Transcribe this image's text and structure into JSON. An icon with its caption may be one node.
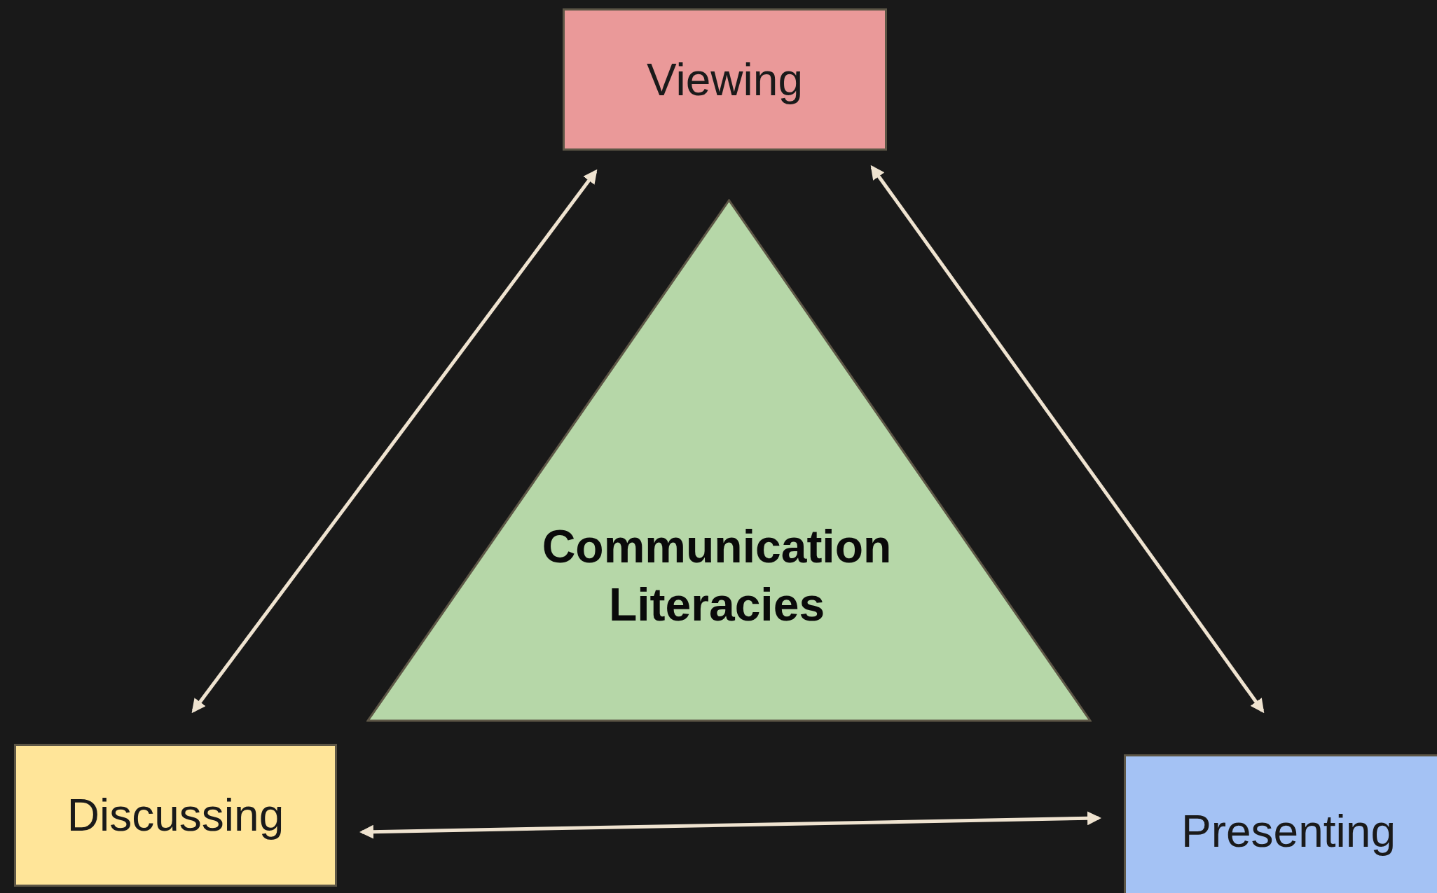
{
  "diagram": {
    "nodes": [
      {
        "text": [
          "Viewing"
        ]
      },
      {
        "text": [
          "Communication Literacies"
        ]
      },
      {
        "text": [
          "Discussing"
        ]
      },
      {
        "text": [
          "Presenting"
        ]
      }
    ],
    "edges": [
      {
        "from": 0,
        "to": 2,
        "arrow": "both"
      },
      {
        "from": 0,
        "to": 3,
        "arrow": "both"
      },
      {
        "from": 2,
        "to": 3,
        "arrow": "both"
      }
    ]
  }
}
